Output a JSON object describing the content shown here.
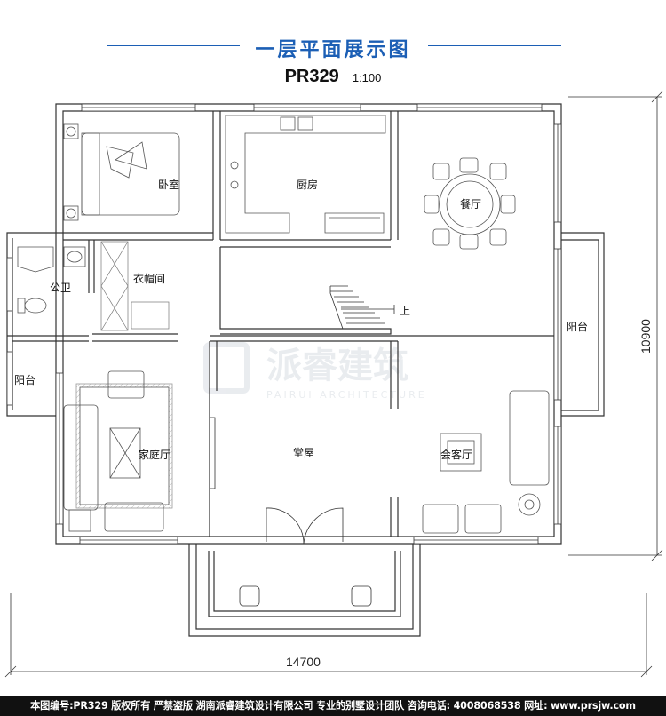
{
  "header": {
    "title": "一层平面展示图",
    "plan_code": "PR329",
    "scale": "1:100"
  },
  "rooms": {
    "bedroom": "卧室",
    "kitchen": "厨房",
    "dining": "餐厅",
    "bathroom": "公卫",
    "cloakroom": "衣帽间",
    "stair_up": "上",
    "balcony_left": "阳台",
    "balcony_right": "阳台",
    "family_room": "家庭厅",
    "hall": "堂屋",
    "living_room": "会客厅"
  },
  "dimensions": {
    "width": "14700",
    "depth": "10900"
  },
  "watermark": {
    "brand": "派睿建筑",
    "sub": "PAIRUI ARCHITECTURE"
  },
  "footer": {
    "text": "本图编号:PR329 版权所有 严禁盗版 湖南派睿建筑设计有限公司 专业的别墅设计团队 咨询电话: 4008068538 网址: www.prsjw.com"
  },
  "colors": {
    "title": "#1c5fb5",
    "wall": "#333333",
    "footer_bg": "#111111"
  }
}
